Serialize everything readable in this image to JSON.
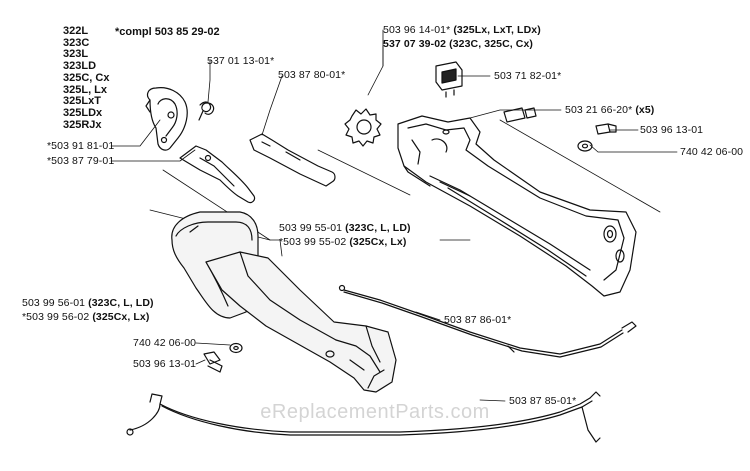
{
  "models": [
    "322L",
    "323C",
    "323L",
    "323LD",
    "325C, Cx",
    "325L, Lx",
    "325LxT",
    "325LDx",
    "325RJx"
  ],
  "kit_note": "*compl 503 85 29-02",
  "labels": {
    "p1": "537 01 13-01*",
    "p2": "503 87 80-01*",
    "p3": "503 96 14-01*",
    "p3_suffix": "(325Lx, LxT, LDx)",
    "p4": "537 07 39-02",
    "p4_suffix": "(323C, 325C, Cx)",
    "p5": "503 71 82-01*",
    "p6": "503 21 66-20*",
    "p6_suffix": "(x5)",
    "p7": "503 96 13-01",
    "p8": "740 42 06-00",
    "p9": "*503 91 81-01",
    "p10": "*503 87 79-01",
    "p11": "503 99 55-01",
    "p11_suffix": "(323C, L, LD)",
    "p12": "*503 99 55-02",
    "p12_suffix": "(325Cx, Lx)",
    "p13": "503 99 56-01",
    "p13_suffix": "(323C, L, LD)",
    "p14": "*503 99 56-02",
    "p14_suffix": "(325Cx, Lx)",
    "p15": "503 87 86-01*",
    "p16": "740 42 06-00",
    "p17": "503 96 13-01",
    "p18": "503 87 85-01*"
  },
  "watermark": "eReplacementParts.com"
}
